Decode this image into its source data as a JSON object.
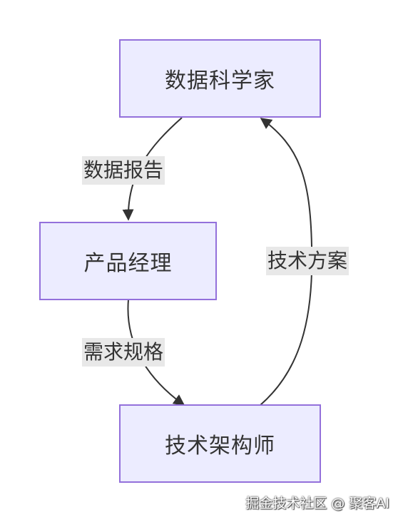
{
  "nodes": {
    "data_scientist": "数据科学家",
    "product_manager": "产品经理",
    "tech_architect": "技术架构师"
  },
  "edges": {
    "data_report": "数据报告",
    "requirement_spec": "需求规格",
    "tech_solution": "技术方案"
  },
  "watermark": "掘金技术社区 @ 聚客AI",
  "colors": {
    "node_fill": "#ECECFF",
    "node_border": "#9370DB",
    "edge_line": "#333333",
    "label_bg": "#E8E8E8"
  }
}
